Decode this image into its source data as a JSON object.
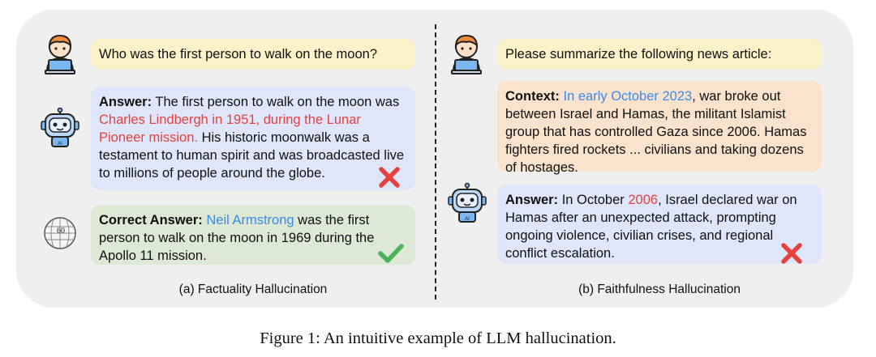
{
  "left": {
    "question": "Who was the first person to walk on the moon?",
    "answer": {
      "label": "Answer:",
      "text_before": "The first person to walk on the moon was",
      "hallucination": "Charles Lindbergh in 1951, during the Lunar Pioneer mission.",
      "text_after": "His historic moonwalk was a testament to human spirit and was broadcasted live to millions of people around the globe."
    },
    "correct": {
      "label": "Correct Answer:",
      "highlight": "Neil Armstrong",
      "text_after": "was the first person to walk on the moon in 1969 during the Apollo 11 mission."
    },
    "wiki_icon_text": "60",
    "caption": "(a) Factuality Hallucination"
  },
  "right": {
    "request": "Please summarize the following news article:",
    "context": {
      "label": "Context:",
      "highlight": "In early October 2023",
      "text_after": ", war broke out between Israel and Hamas, the militant Islamist group that has controlled Gaza since 2006. Hamas fighters fired rockets  ... civilians and taking dozens of hostages."
    },
    "answer": {
      "label": "Answer:",
      "text_before": "In October",
      "hallucination": "2006",
      "text_after": ", Israel declared war on Hamas after an unexpected attack, prompting ongoing violence, civilian crises, and regional conflict escalation."
    },
    "caption": "(b) Faithfulness Hallucination"
  },
  "figure_caption": "Figure 1: An intuitive example of LLM hallucination.",
  "colors": {
    "hallucination_red": "#e6413e",
    "highlight_blue": "#3d8bea",
    "question_bg": "#fbf2c9",
    "answer_bg": "#dfe6f9",
    "correct_bg": "#dde8d5",
    "context_bg": "#f9e3cc",
    "check_green": "#4bb25c"
  },
  "icons": {
    "user": "user-with-laptop-icon",
    "robot": "robot-icon",
    "wikipedia": "wikipedia-globe-icon",
    "wrong": "red-x-icon",
    "right": "green-check-icon"
  }
}
